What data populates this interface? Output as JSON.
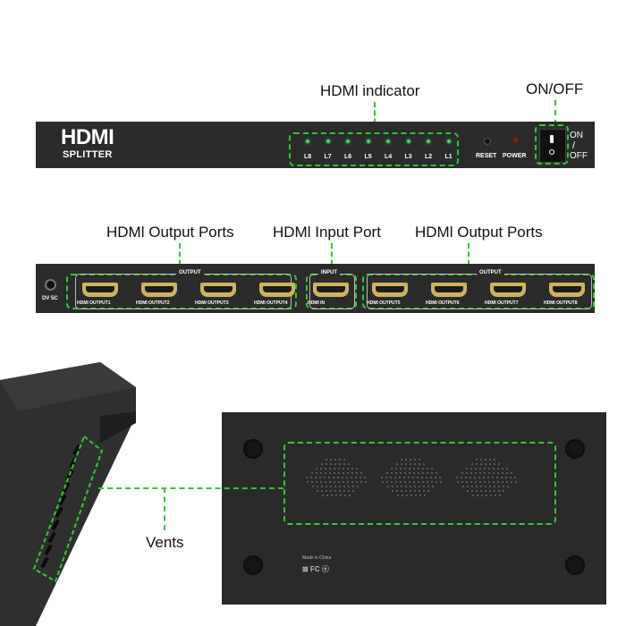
{
  "callouts": {
    "hdmi_indicator": "HDMl indicator",
    "on_off": "ON/OFF",
    "output_ports_left": "HDMl Output Ports",
    "input_port": "HDMl Input Port",
    "output_ports_right": "HDMl Output Ports",
    "vents": "Vents"
  },
  "front_panel": {
    "logo_main": "HDMI",
    "logo_sub": "SPLITTER",
    "leds": [
      "L8",
      "L7",
      "L6",
      "L5",
      "L4",
      "L3",
      "L2",
      "L1"
    ],
    "reset_label": "RESET",
    "power_label": "POWER",
    "switch_on": "ON",
    "switch_off": "OFF"
  },
  "rear_panel": {
    "dc_label": "DV  5C",
    "output_group_label": "OUTPUT",
    "input_group_label": "INPUT",
    "ports_left": [
      "HDMI OUTPUT1",
      "HDMI OUTPUT2",
      "HDMI OUTPUT3",
      "HDMI OUTPUT4"
    ],
    "port_in": "HDMI IN",
    "ports_right": [
      "HDMI OUTPUT5",
      "HDMI OUTPUT6",
      "HDMI OUTPUT7",
      "HDMI OUTPUT8"
    ]
  },
  "bottom_label": "Made in China",
  "colors": {
    "annotation": "#2ecc2e",
    "device": "#2b2b2b",
    "led": "#3fdc6a",
    "connector": "#cfb35b"
  }
}
